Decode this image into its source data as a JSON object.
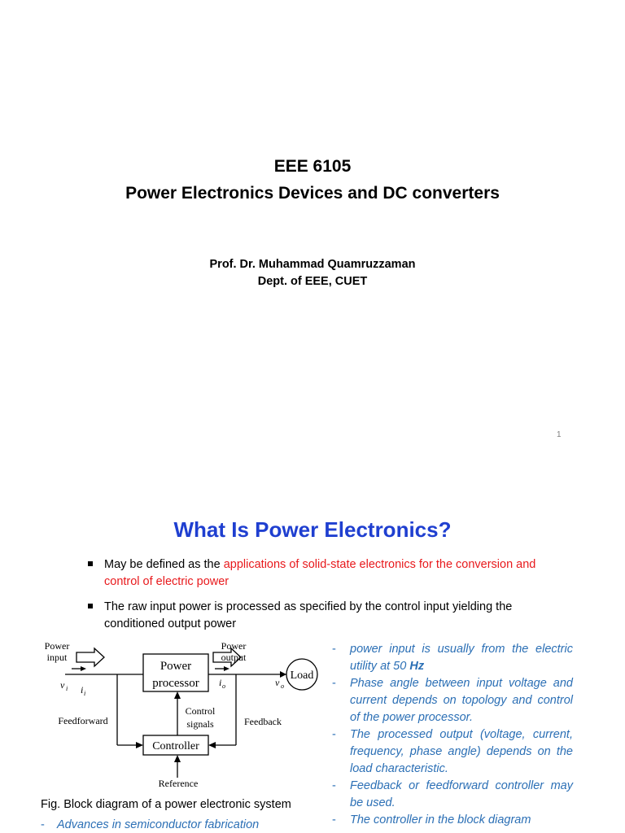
{
  "slide1": {
    "course_code": "EEE 6105",
    "course_title": "Power Electronics Devices and DC converters",
    "author": "Prof. Dr. Muhammad Quamruzzaman",
    "department": "Dept. of EEE, CUET",
    "page_number": "1"
  },
  "slide2": {
    "title": "What Is Power Electronics?",
    "bullet1_prefix": "May be defined as the ",
    "bullet1_highlight": "applications of solid-state electronics for the conversion and control of electric power",
    "bullet2": "The raw input power is processed as specified by the control input yielding the conditioned output power",
    "diagram": {
      "power_input_line1": "Power",
      "power_input_line2": "input",
      "vi_label": "v",
      "vi_sub": "i",
      "ii_label": "i",
      "ii_sub": "i",
      "processor_line1": "Power",
      "processor_line2": "processor",
      "power_output_line1": "Power",
      "power_output_line2": "output",
      "io_label": "i",
      "io_sub": "o",
      "vo_label": "v",
      "vo_sub": "o",
      "load_label": "Load",
      "control_line1": "Control",
      "control_line2": "signals",
      "feedforward_label": "Feedforward",
      "feedback_label": "Feedback",
      "controller_label": "Controller",
      "reference_label": "Reference"
    },
    "caption": "Fig. Block diagram of a power electronic system",
    "left_note": "Advances in semiconductor fabrication",
    "notes": {
      "n1_text": "power input is usually from the electric utility at 50 ",
      "n1_unit": "Hz",
      "n2": "Phase angle between input voltage and current depends on  topology and control of the power processor.",
      "n3": "The processed output (voltage, current, frequency, phase angle) depends on the load characteristic.",
      "n4": "Feedback or feedforward controller may be used.",
      "n5": "The controller in the block diagram"
    },
    "colors": {
      "title_blue": "#1f3fd0",
      "highlight_red": "#e8191c",
      "note_blue": "#2b6fb5"
    }
  }
}
